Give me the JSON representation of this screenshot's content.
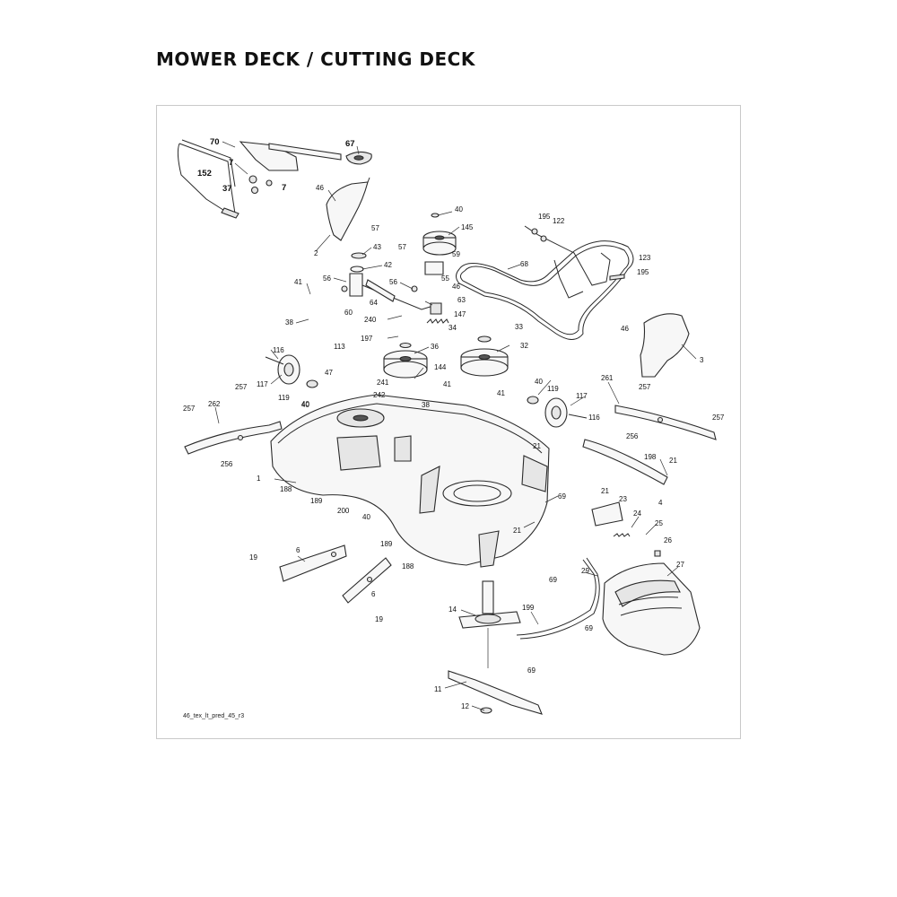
{
  "page": {
    "title": "MOWER DECK /  CUTTING DECK",
    "drawing_code": "46_tex_lt_pred_45_r3"
  },
  "callouts": [
    {
      "id": "c70",
      "text": "70",
      "bold": true
    },
    {
      "id": "c67",
      "text": "67",
      "bold": true
    },
    {
      "id": "c7a",
      "text": "7",
      "bold": true
    },
    {
      "id": "c152",
      "text": "152",
      "bold": true
    },
    {
      "id": "c37",
      "text": "37",
      "bold": true
    },
    {
      "id": "c7b",
      "text": "7",
      "bold": true
    },
    {
      "id": "c46a",
      "text": "46"
    },
    {
      "id": "c2",
      "text": "2"
    },
    {
      "id": "c40a",
      "text": "40"
    },
    {
      "id": "c145",
      "text": "145"
    },
    {
      "id": "c195a",
      "text": "195"
    },
    {
      "id": "c122",
      "text": "122"
    },
    {
      "id": "c57a",
      "text": "57"
    },
    {
      "id": "c43",
      "text": "43"
    },
    {
      "id": "c57b",
      "text": "57"
    },
    {
      "id": "c59",
      "text": "59"
    },
    {
      "id": "c42",
      "text": "42"
    },
    {
      "id": "c68",
      "text": "68"
    },
    {
      "id": "c123",
      "text": "123"
    },
    {
      "id": "c195b",
      "text": "195"
    },
    {
      "id": "c41a",
      "text": "41"
    },
    {
      "id": "c56a",
      "text": "56"
    },
    {
      "id": "c56b",
      "text": "56"
    },
    {
      "id": "c55",
      "text": "55"
    },
    {
      "id": "c46b",
      "text": "46"
    },
    {
      "id": "c63",
      "text": "63"
    },
    {
      "id": "c60",
      "text": "60"
    },
    {
      "id": "c64",
      "text": "64"
    },
    {
      "id": "c147",
      "text": "147"
    },
    {
      "id": "c38a",
      "text": "38"
    },
    {
      "id": "c240",
      "text": "240"
    },
    {
      "id": "c34",
      "text": "34"
    },
    {
      "id": "c33",
      "text": "33"
    },
    {
      "id": "c46c",
      "text": "46"
    },
    {
      "id": "c197",
      "text": "197"
    },
    {
      "id": "c3",
      "text": "3"
    },
    {
      "id": "c116a",
      "text": "116"
    },
    {
      "id": "c113",
      "text": "113"
    },
    {
      "id": "c36",
      "text": "36"
    },
    {
      "id": "c32",
      "text": "32"
    },
    {
      "id": "c144",
      "text": "144"
    },
    {
      "id": "c47",
      "text": "47"
    },
    {
      "id": "c117a",
      "text": "117"
    },
    {
      "id": "c257a",
      "text": "257"
    },
    {
      "id": "c241",
      "text": "241"
    },
    {
      "id": "c40b",
      "text": "40"
    },
    {
      "id": "c119a",
      "text": "119"
    },
    {
      "id": "c242",
      "text": "242"
    },
    {
      "id": "c41b",
      "text": "41"
    },
    {
      "id": "c41c",
      "text": "41"
    },
    {
      "id": "c40c",
      "text": "40"
    },
    {
      "id": "c119b",
      "text": "119"
    },
    {
      "id": "c117b",
      "text": "117"
    },
    {
      "id": "c261",
      "text": "261"
    },
    {
      "id": "c257b",
      "text": "257"
    },
    {
      "id": "c257c",
      "text": "257"
    },
    {
      "id": "c262",
      "text": "262"
    },
    {
      "id": "c40d",
      "text": "40"
    },
    {
      "id": "c38b",
      "text": "38"
    },
    {
      "id": "c116b",
      "text": "116"
    },
    {
      "id": "c257d",
      "text": "257"
    },
    {
      "id": "c256a",
      "text": "256"
    },
    {
      "id": "c21a",
      "text": "21"
    },
    {
      "id": "c198",
      "text": "198"
    },
    {
      "id": "c21b",
      "text": "21"
    },
    {
      "id": "c256b",
      "text": "256"
    },
    {
      "id": "c1",
      "text": "1"
    },
    {
      "id": "c188a",
      "text": "188"
    },
    {
      "id": "c189a",
      "text": "189"
    },
    {
      "id": "c200",
      "text": "200"
    },
    {
      "id": "c40e",
      "text": "40"
    },
    {
      "id": "c69a",
      "text": "69"
    },
    {
      "id": "c21c",
      "text": "21"
    },
    {
      "id": "c23",
      "text": "23"
    },
    {
      "id": "c4",
      "text": "4"
    },
    {
      "id": "c24",
      "text": "24"
    },
    {
      "id": "c21d",
      "text": "21"
    },
    {
      "id": "c25",
      "text": "25"
    },
    {
      "id": "c189b",
      "text": "189"
    },
    {
      "id": "c188b",
      "text": "188"
    },
    {
      "id": "c26",
      "text": "26"
    },
    {
      "id": "c6a",
      "text": "6"
    },
    {
      "id": "c19a",
      "text": "19"
    },
    {
      "id": "c27",
      "text": "27"
    },
    {
      "id": "c29",
      "text": "29"
    },
    {
      "id": "c69b",
      "text": "69"
    },
    {
      "id": "c6b",
      "text": "6"
    },
    {
      "id": "c14",
      "text": "14"
    },
    {
      "id": "c199",
      "text": "199"
    },
    {
      "id": "c19b",
      "text": "19"
    },
    {
      "id": "c69c",
      "text": "69"
    },
    {
      "id": "c69d",
      "text": "69"
    },
    {
      "id": "c11",
      "text": "11"
    },
    {
      "id": "c12",
      "text": "12"
    }
  ]
}
